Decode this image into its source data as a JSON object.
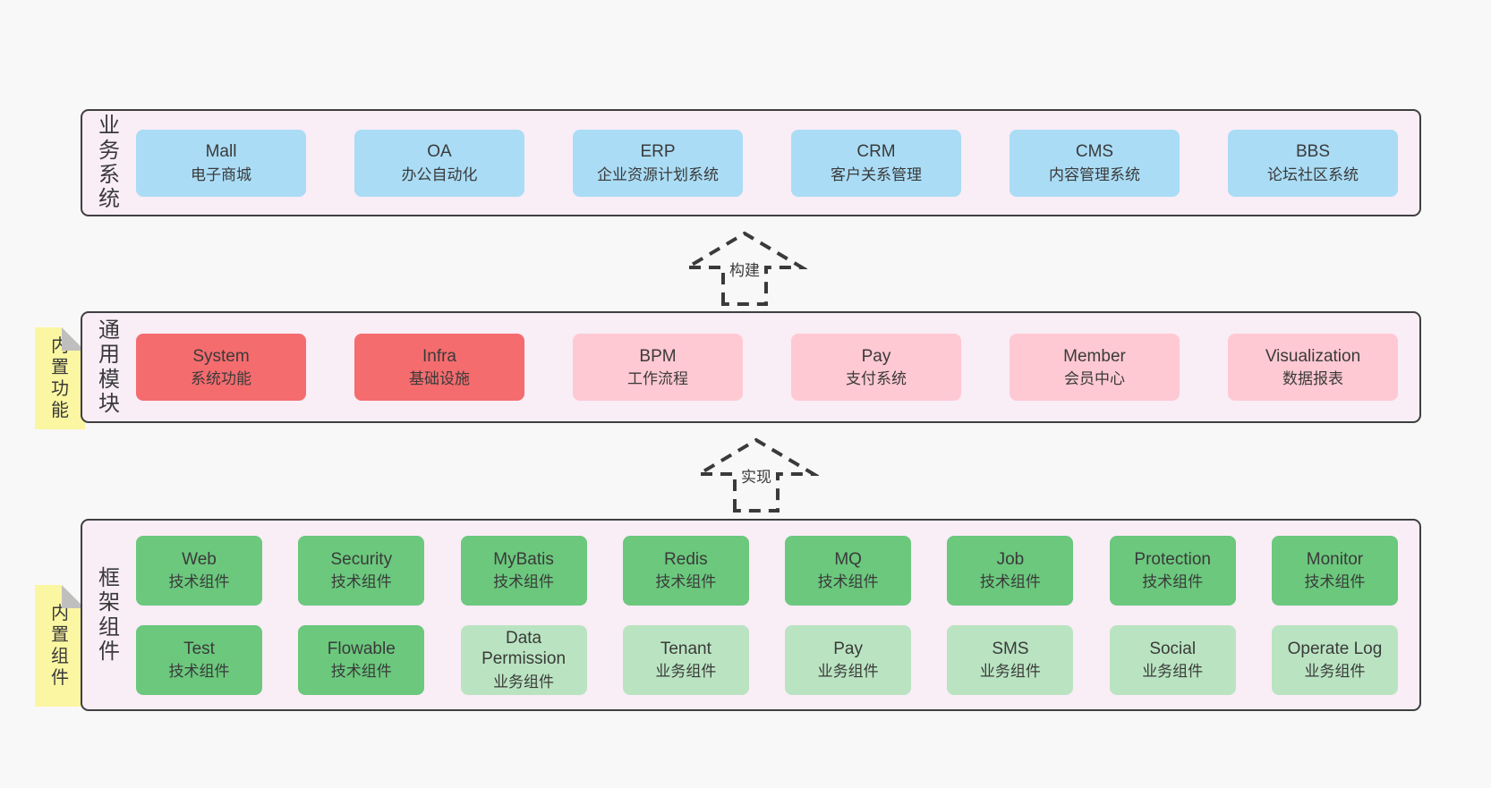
{
  "colors": {
    "page-bg": "#f8f8f8",
    "panel-bg": "#f9edf6",
    "panel-border": "#3f3f3f",
    "box-blue": "#aadcf5",
    "box-red": "#f56c6e",
    "box-pink": "#ffc9d3",
    "box-green": "#6bc87d",
    "box-lightgreen": "#bae4c1",
    "tab-yellow": "#fbf6a1",
    "tab-fold": "#bfbfbf",
    "text": "#3a3a3a"
  },
  "arrows": [
    {
      "label": "构建"
    },
    {
      "label": "实现"
    }
  ],
  "layers": [
    {
      "side_label": "业务系统",
      "rows": [
        [
          {
            "name": "Mall",
            "sub": "电子商城",
            "color": "blue"
          },
          {
            "name": "OA",
            "sub": "办公自动化",
            "color": "blue"
          },
          {
            "name": "ERP",
            "sub": "企业资源计划系统",
            "color": "blue"
          },
          {
            "name": "CRM",
            "sub": "客户关系管理",
            "color": "blue"
          },
          {
            "name": "CMS",
            "sub": "内容管理系统",
            "color": "blue"
          },
          {
            "name": "BBS",
            "sub": "论坛社区系统",
            "color": "blue"
          }
        ]
      ]
    },
    {
      "side_label": "通用模块",
      "tab_label": "内置功能",
      "rows": [
        [
          {
            "name": "System",
            "sub": "系统功能",
            "color": "red"
          },
          {
            "name": "Infra",
            "sub": "基础设施",
            "color": "red"
          },
          {
            "name": "BPM",
            "sub": "工作流程",
            "color": "pink"
          },
          {
            "name": "Pay",
            "sub": "支付系统",
            "color": "pink"
          },
          {
            "name": "Member",
            "sub": "会员中心",
            "color": "pink"
          },
          {
            "name": "Visualization",
            "sub": "数据报表",
            "color": "pink"
          }
        ]
      ]
    },
    {
      "side_label": "框架组件",
      "tab_label": "内置组件",
      "rows": [
        [
          {
            "name": "Web",
            "sub": "技术组件",
            "color": "green"
          },
          {
            "name": "Security",
            "sub": "技术组件",
            "color": "green"
          },
          {
            "name": "MyBatis",
            "sub": "技术组件",
            "color": "green"
          },
          {
            "name": "Redis",
            "sub": "技术组件",
            "color": "green"
          },
          {
            "name": "MQ",
            "sub": "技术组件",
            "color": "green"
          },
          {
            "name": "Job",
            "sub": "技术组件",
            "color": "green"
          },
          {
            "name": "Protection",
            "sub": "技术组件",
            "color": "green"
          },
          {
            "name": "Monitor",
            "sub": "技术组件",
            "color": "green"
          }
        ],
        [
          {
            "name": "Test",
            "sub": "技术组件",
            "color": "green"
          },
          {
            "name": "Flowable",
            "sub": "技术组件",
            "color": "green"
          },
          {
            "name": "Data Permission",
            "sub": "业务组件",
            "color": "lightgreen"
          },
          {
            "name": "Tenant",
            "sub": "业务组件",
            "color": "lightgreen"
          },
          {
            "name": "Pay",
            "sub": "业务组件",
            "color": "lightgreen"
          },
          {
            "name": "SMS",
            "sub": "业务组件",
            "color": "lightgreen"
          },
          {
            "name": "Social",
            "sub": "业务组件",
            "color": "lightgreen"
          },
          {
            "name": "Operate Log",
            "sub": "业务组件",
            "color": "lightgreen"
          }
        ]
      ]
    }
  ]
}
